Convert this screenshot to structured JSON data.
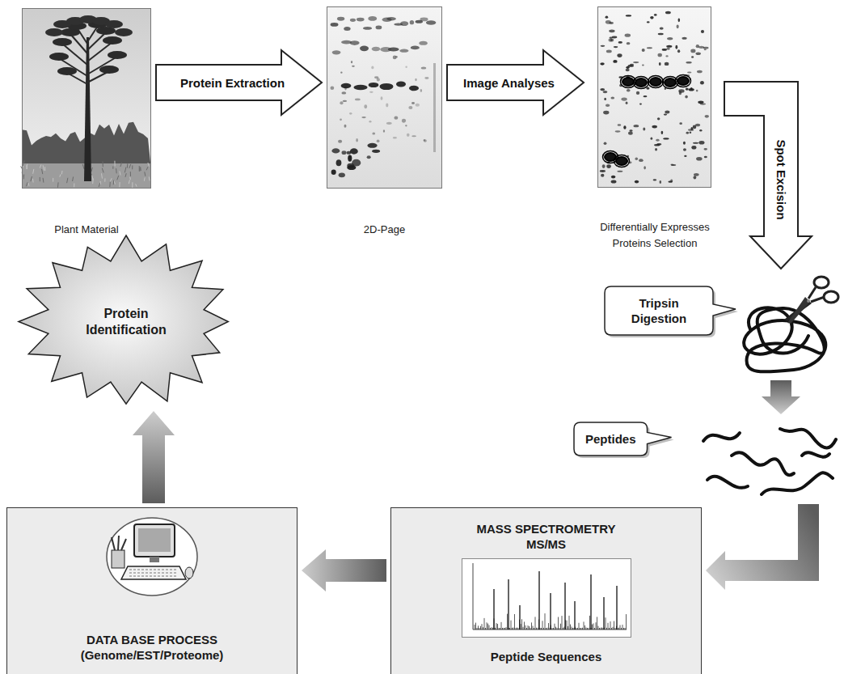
{
  "diagram": {
    "nodes": [
      {
        "text": [
          "Plant Material"
        ]
      },
      {
        "text": [
          "2D-Page"
        ]
      },
      {
        "text": [
          "Differentially Expresses Proteins Selection"
        ]
      },
      {
        "text": [
          "Tripsin Digestion"
        ]
      },
      {
        "text": [
          "Peptides"
        ]
      },
      {
        "text": [
          "MASS SPECTROMETRY MS/MS",
          "Peptide Sequences"
        ]
      },
      {
        "text": [
          "DATA BASE PROCESS (Genome/EST/Proteome)"
        ]
      },
      {
        "text": [
          "Protein Identification"
        ]
      }
    ],
    "edges": [
      {
        "from": 0,
        "to": 1,
        "label": "Protein Extraction",
        "arrow": "to"
      },
      {
        "from": 1,
        "to": 2,
        "label": "Image Analyses",
        "arrow": "to"
      },
      {
        "from": 2,
        "to": 3,
        "label": "Spot Excision",
        "arrow": "to"
      },
      {
        "from": 3,
        "to": 4,
        "arrow": "to"
      },
      {
        "from": 4,
        "to": 5,
        "arrow": "to"
      },
      {
        "from": 5,
        "to": 6,
        "arrow": "to"
      },
      {
        "from": 6,
        "to": 7,
        "arrow": "to"
      }
    ]
  }
}
